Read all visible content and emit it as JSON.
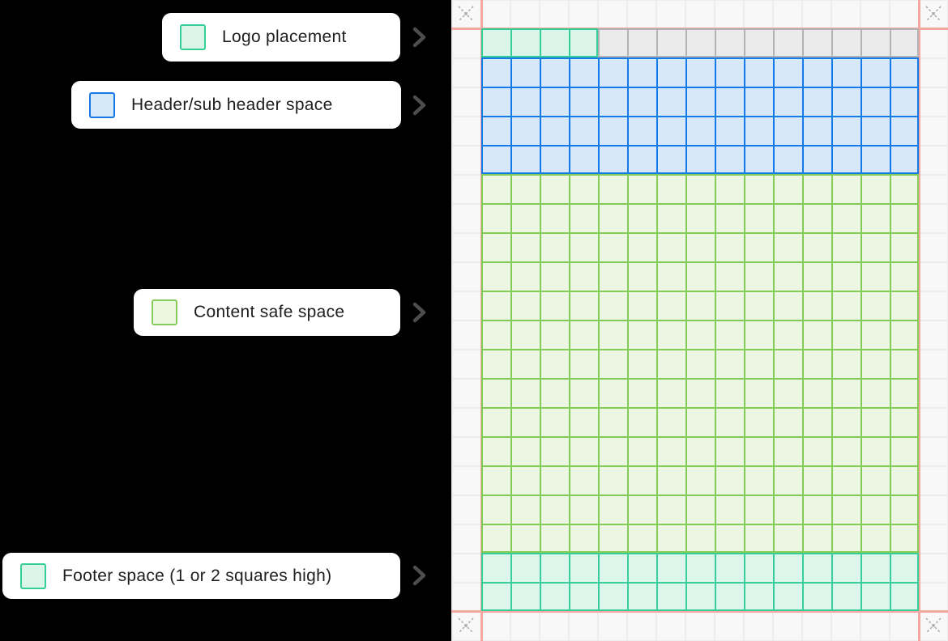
{
  "legend": {
    "items": [
      {
        "id": "logo-placement",
        "label": "Logo placement",
        "swatch_fill": "#DCF5EB",
        "swatch_border": "#35CE96"
      },
      {
        "id": "header-space",
        "label": "Header/sub header space",
        "swatch_fill": "#D6E9FB",
        "swatch_border": "#1778E3"
      },
      {
        "id": "content-safe-space",
        "label": "Content safe space",
        "swatch_fill": "#EBF7E0",
        "swatch_border": "#86CC59"
      },
      {
        "id": "footer-space",
        "label": "Footer space (1 or 2 squares high)",
        "swatch_fill": "#DCF5EB",
        "swatch_border": "#35CE96"
      }
    ],
    "chevron_color": "#4D4D4D"
  },
  "grid": {
    "background": "#F8F8F8",
    "faint_line_color": "#ECECEC",
    "margin_line_color": "#F5A8A2",
    "corner_mark_color": "#A9A9A9",
    "cell_size": 36,
    "columns": 15,
    "rows": 20,
    "sections": [
      {
        "name": "logo-placement-cells",
        "col": 0,
        "row": 0,
        "cols": 4,
        "rows": 1,
        "fill": "#DCF5EB",
        "line": "#35CE96"
      },
      {
        "name": "unused-top-cells",
        "col": 4,
        "row": 0,
        "cols": 11,
        "rows": 1,
        "fill": "#EBEBEB",
        "line": "#B3B3B3"
      },
      {
        "name": "header-cells",
        "col": 0,
        "row": 1,
        "cols": 15,
        "rows": 4,
        "fill": "#D7E8FA",
        "line": "#1579E8"
      },
      {
        "name": "content-safe-cells",
        "col": 0,
        "row": 5,
        "cols": 15,
        "rows": 13,
        "fill": "#ECF7E3",
        "line": "#83CC56"
      },
      {
        "name": "footer-cells",
        "col": 0,
        "row": 18,
        "cols": 15,
        "rows": 2,
        "fill": "#DDF6EC",
        "line": "#38CE9C"
      }
    ]
  }
}
